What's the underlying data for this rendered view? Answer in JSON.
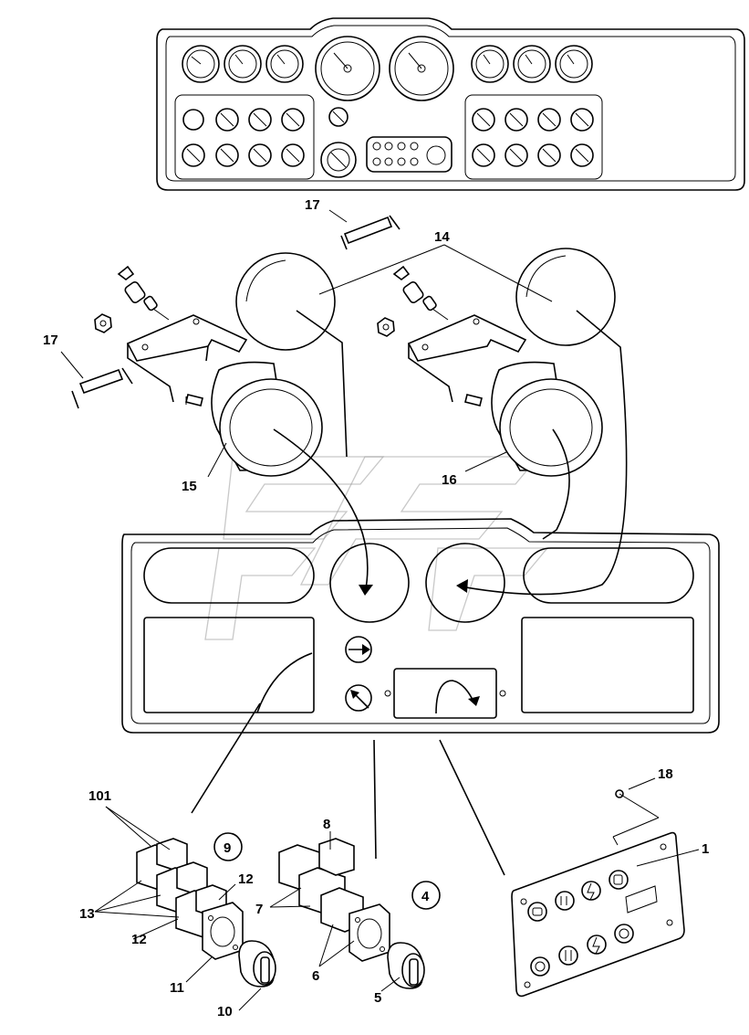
{
  "callouts": {
    "c1": "1",
    "c4": "4",
    "c5": "5",
    "c6": "6",
    "c7": "7",
    "c8": "8",
    "c9": "9",
    "c10": "10",
    "c11": "11",
    "c12a": "12",
    "c12b": "12",
    "c13": "13",
    "c14": "14",
    "c15": "15",
    "c16": "16",
    "c17a": "17",
    "c17b": "17",
    "c18": "18",
    "c101": "101"
  },
  "colors": {
    "line": "#000000",
    "background": "#ffffff",
    "watermark": "#9a9a9a"
  }
}
